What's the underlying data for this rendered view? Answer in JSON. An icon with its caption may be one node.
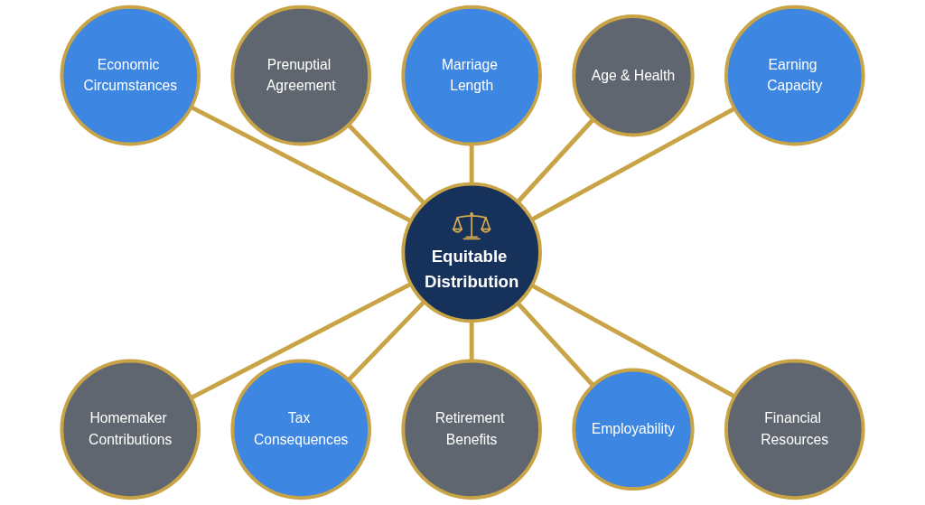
{
  "diagram": {
    "nodes": [
      {
        "text": [
          "Equitable Distribution"
        ]
      },
      {
        "text": [
          "Marriage Length"
        ]
      },
      {
        "text": [
          "Age & Health"
        ]
      },
      {
        "text": [
          "Earning Capacity"
        ]
      },
      {
        "text": [
          "Financial Resources"
        ]
      },
      {
        "text": [
          "Employability"
        ]
      },
      {
        "text": [
          "Retirement Benefits"
        ]
      },
      {
        "text": [
          "Tax Consequences"
        ]
      },
      {
        "text": [
          "Homemaker Contributions"
        ]
      },
      {
        "text": [
          "Economic Circumstances"
        ]
      },
      {
        "text": [
          "Prenuptial Agreement"
        ]
      }
    ],
    "edges": [
      {
        "from": 9,
        "to": 0,
        "arrow": "none"
      },
      {
        "from": 10,
        "to": 0,
        "arrow": "none"
      },
      {
        "from": 1,
        "to": 0,
        "arrow": "none"
      },
      {
        "from": 2,
        "to": 0,
        "arrow": "none"
      },
      {
        "from": 3,
        "to": 0,
        "arrow": "none"
      },
      {
        "from": 0,
        "to": 8,
        "arrow": "none"
      },
      {
        "from": 0,
        "to": 7,
        "arrow": "none"
      },
      {
        "from": 0,
        "to": 6,
        "arrow": "none"
      },
      {
        "from": 0,
        "to": 5,
        "arrow": "none"
      },
      {
        "from": 0,
        "to": 4,
        "arrow": "none"
      }
    ]
  }
}
